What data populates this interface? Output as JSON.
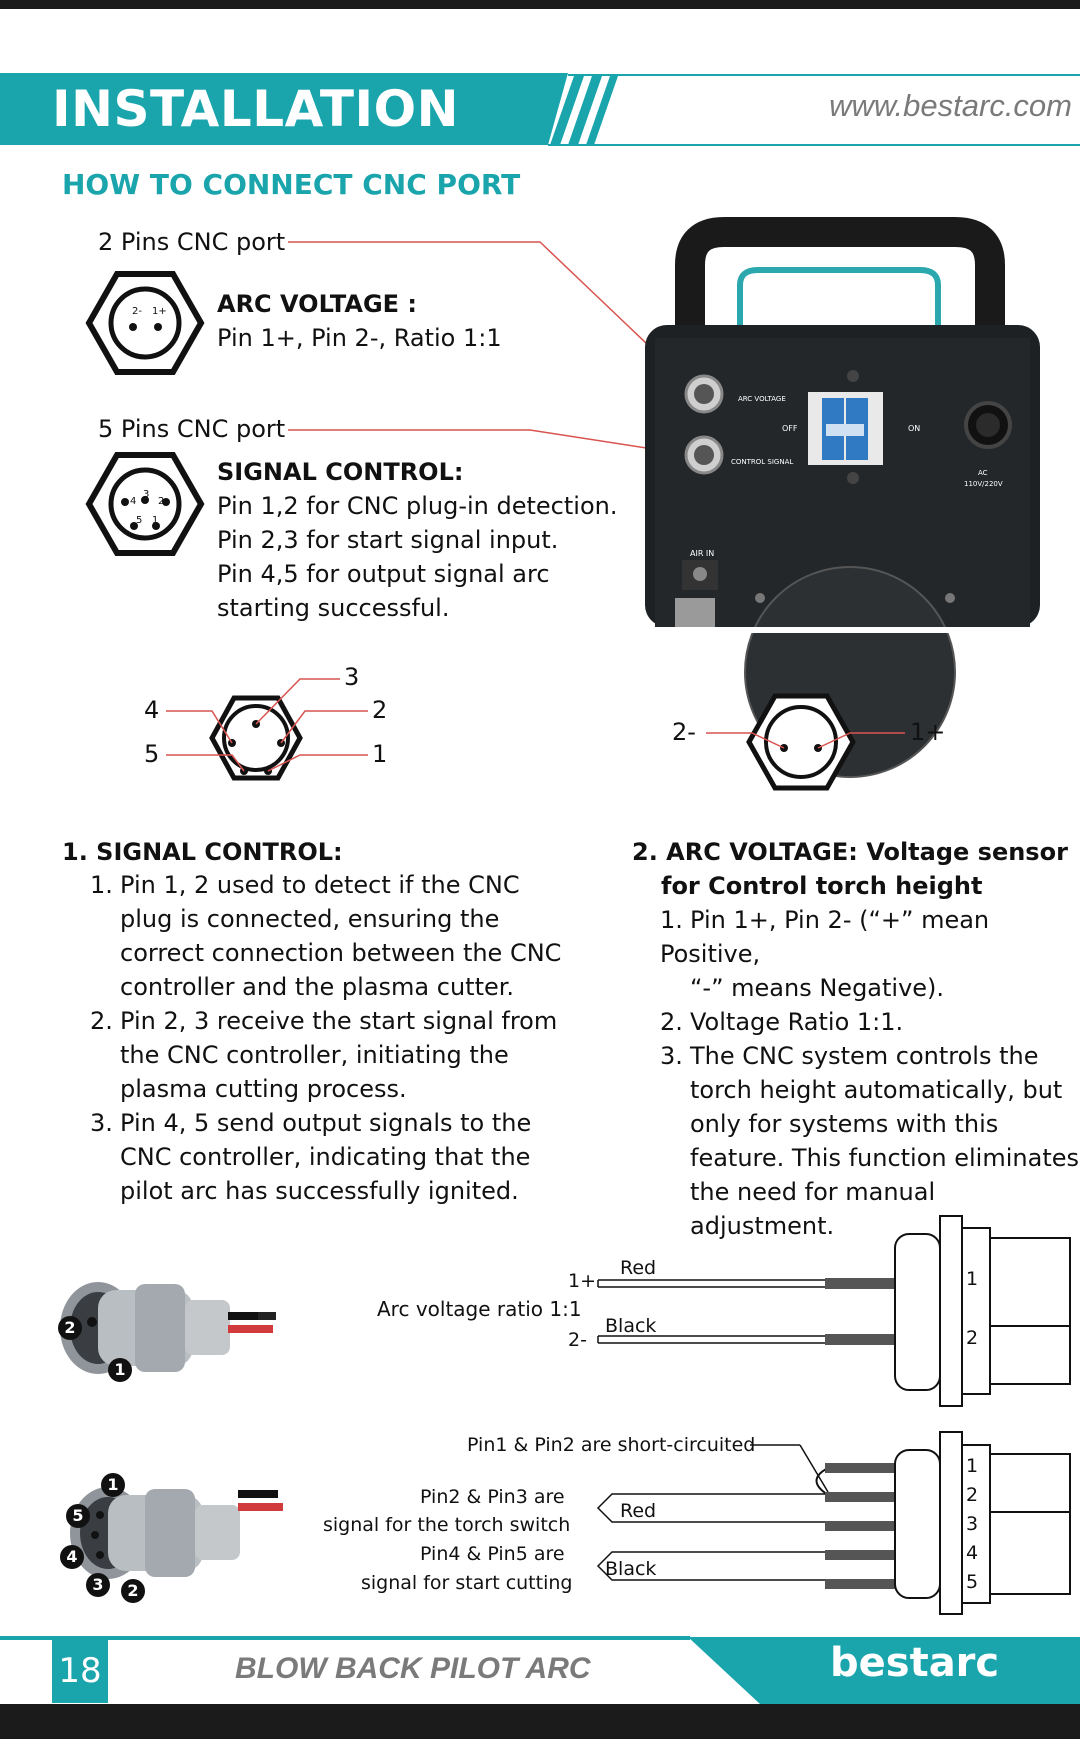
{
  "header": {
    "title": "INSTALLATION",
    "url": "www.bestarc.com"
  },
  "section_title": "HOW TO CONNECT CNC PORT",
  "two_pin": {
    "label": "2 Pins CNC port",
    "heading": "ARC VOLTAGE :",
    "desc": "Pin 1+, Pin 2-, Ratio 1:1",
    "pin2": "2-",
    "pin1": "1+"
  },
  "five_pin": {
    "label": "5 Pins CNC port",
    "heading": "SIGNAL CONTROL:",
    "lines": [
      "Pin 1,2 for CNC plug-in detection.",
      "Pin 2,3 for start signal input.",
      "Pin 4,5 for output signal arc",
      "starting successful."
    ],
    "pins": [
      "4",
      "3",
      "2",
      "5",
      "1"
    ]
  },
  "machine": {
    "arc_voltage": "ARC VOLTAGE",
    "control_signal": "CONTROL SIGNAL",
    "off": "OFF",
    "on": "ON",
    "ac": "AC",
    "ac_v": "110V/220V",
    "air_in": "AIR IN"
  },
  "diagram5": {
    "l4": "4",
    "l5": "5",
    "l3": "3",
    "l2": "2",
    "l1": "1"
  },
  "diagram2": {
    "l2": "2-",
    "l1": "1+"
  },
  "signal_section": {
    "heading": "1. SIGNAL CONTROL:",
    "items": [
      {
        "num": "1.",
        "lines": [
          "Pin 1, 2 used to detect if the CNC",
          "plug is connected, ensuring the",
          "correct connection between the CNC",
          "controller and the plasma cutter."
        ]
      },
      {
        "num": "2.",
        "lines": [
          "Pin 2, 3 receive the start signal from",
          "the CNC controller, initiating the",
          "plasma cutting process."
        ]
      },
      {
        "num": "3.",
        "lines": [
          "Pin 4, 5 send output signals to the",
          "CNC controller, indicating that the",
          "pilot arc has successfully ignited."
        ]
      }
    ]
  },
  "arc_section": {
    "heading1": "2. ARC VOLTAGE: Voltage sensor",
    "heading2": "for Control torch height",
    "items": [
      {
        "num": "1.",
        "lines": [
          "Pin 1+, Pin 2- (“+” mean Positive,",
          "“-” means Negative)."
        ]
      },
      {
        "num": "2.",
        "lines": [
          "Voltage Ratio 1:1."
        ]
      },
      {
        "num": "3.",
        "lines": [
          "The CNC system controls the",
          "torch height automatically, but",
          "only for systems with this",
          "feature. This function eliminates",
          "the need for manual adjustment."
        ]
      }
    ]
  },
  "wiring2": {
    "caption": "Arc voltage ratio 1:1",
    "plus": "1+",
    "minus": "2-",
    "red": "Red",
    "black": "Black",
    "pin1": "1",
    "pin2": "2",
    "bullet2": "2",
    "bullet1": "1"
  },
  "wiring5": {
    "short": "Pin1 & Pin2 are short-circuited",
    "torch1": "Pin2 & Pin3 are",
    "torch2": "signal for the torch switch",
    "start1": "Pin4 & Pin5 are",
    "start2": "signal for start cutting",
    "red": "Red",
    "black": "Black",
    "pins": [
      "1",
      "2",
      "3",
      "4",
      "5"
    ],
    "bullets": [
      "1",
      "5",
      "4",
      "3",
      "2"
    ]
  },
  "footer": {
    "page": "18",
    "product": "BLOW BACK PILOT ARC",
    "brand": "bestarc"
  },
  "colors": {
    "teal": "#1aa5ad",
    "red_line": "#d9534f",
    "machine": "#1e2124"
  }
}
